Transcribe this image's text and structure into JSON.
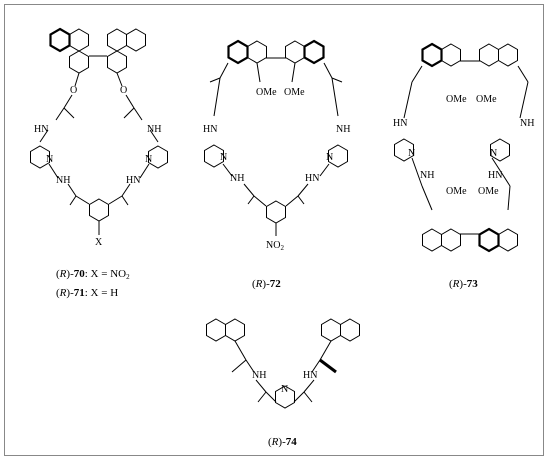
{
  "compounds": [
    {
      "id": "70-71",
      "caption_lines": [
        {
          "prefix": "(",
          "italic": "R",
          "suffix": ")-",
          "number": "70",
          "rest": ": X = NO",
          "sub": "2"
        },
        {
          "prefix": "(",
          "italic": "R",
          "suffix": ")-",
          "number": "71",
          "rest": ": X = H",
          "sub": ""
        }
      ],
      "atom_labels": {
        "o1": "O",
        "o2": "O",
        "nh_left": "HN",
        "nh_right": "NH",
        "n_left": "N",
        "n_right": "N",
        "nh_bl": "NH",
        "nh_br": "HN",
        "x": "X"
      }
    },
    {
      "id": "72",
      "caption": {
        "prefix": "(",
        "italic": "R",
        "suffix": ")-",
        "number": "72"
      },
      "atom_labels": {
        "ome_left": "OMe",
        "ome_right": "OMe",
        "nh_left": "HN",
        "nh_right": "NH",
        "n_left": "N",
        "n_right": "N",
        "nh_bl": "NH",
        "nh_br": "HN",
        "no2": "NO",
        "no2_sub": "2"
      }
    },
    {
      "id": "73",
      "caption": {
        "prefix": "(",
        "italic": "R",
        "suffix": ")-",
        "number": "73"
      },
      "atom_labels": {
        "ome_tl": "OMe",
        "ome_tr": "OMe",
        "ome_bl": "OMe",
        "ome_br": "OMe",
        "nh_l": "HN",
        "nh_r": "NH",
        "n_l": "N",
        "n_r": "N",
        "nh_bl": "NH",
        "nh_br": "HN"
      }
    },
    {
      "id": "74",
      "caption": {
        "prefix": "(",
        "italic": "R",
        "suffix": ")-",
        "number": "74"
      },
      "atom_labels": {
        "nh_left": "NH",
        "nh_right": "HN",
        "n_center": "N"
      }
    }
  ]
}
